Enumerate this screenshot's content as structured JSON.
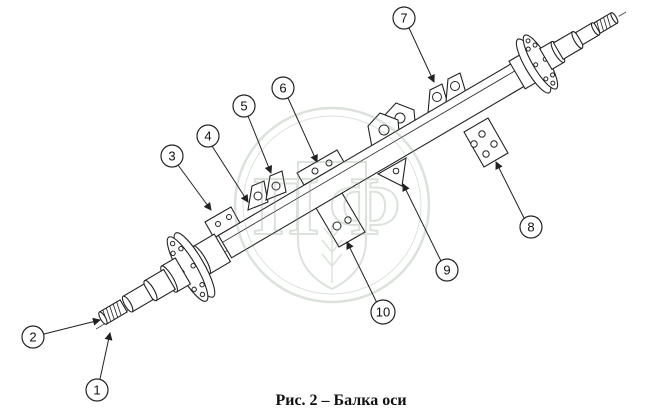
{
  "figure": {
    "caption": "Рис. 2 – Балка оси",
    "callouts": [
      "1",
      "2",
      "3",
      "4",
      "5",
      "6",
      "7",
      "8",
      "9",
      "10"
    ],
    "watermark": {
      "letters": "ПФ"
    },
    "colors": {
      "line": "#222222",
      "watermark": "#8aa08a",
      "background": "#ffffff"
    }
  }
}
